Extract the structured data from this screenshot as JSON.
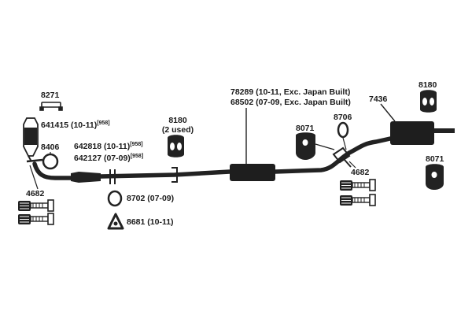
{
  "parts": {
    "p8271": {
      "number": "8271"
    },
    "p641415": {
      "number": "641415 (10-11)",
      "note": "[958]"
    },
    "p8406": {
      "number": "8406"
    },
    "p642818": {
      "number": "642818 (10-11)",
      "note": "[958]"
    },
    "p642127": {
      "number": "642127 (07-09)",
      "note": "[958]"
    },
    "p8180_left": {
      "number": "8180",
      "qty": "(2 used)"
    },
    "p8702": {
      "number": "8702 (07-09)"
    },
    "p8681": {
      "number": "8681 (10-11)"
    },
    "p4682_left": {
      "number": "4682"
    },
    "p78289": {
      "number": "78289 (10-11, Exc. Japan Built)"
    },
    "p68502": {
      "number": "68502 (07-09, Exc. Japan Built)"
    },
    "p8071_mid": {
      "number": "8071"
    },
    "p8706": {
      "number": "8706"
    },
    "p4682_right": {
      "number": "4682"
    },
    "p7436": {
      "number": "7436"
    },
    "p8180_right": {
      "number": "8180"
    },
    "p8071_right": {
      "number": "8071"
    }
  },
  "colors": {
    "ink": "#1a1a1a",
    "pipe": "#222222",
    "rubber": "#2a2a2a",
    "paper": "#ffffff"
  }
}
